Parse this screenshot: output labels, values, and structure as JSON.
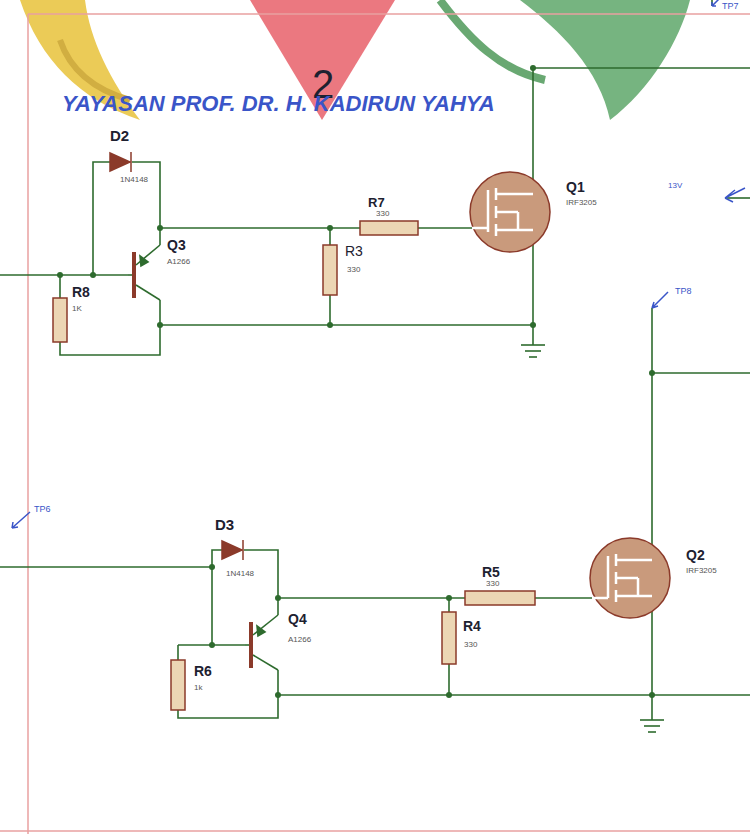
{
  "diagram": {
    "labels": [
      "2",
      "YAYASAN PROF. DR. H. KADIRUN YAHYA",
      "TP7",
      "D2",
      "1N4148",
      "Q3",
      "A1266",
      "R7",
      "330",
      "R3",
      "330",
      "Q1",
      "IRF3205",
      "R8",
      "1K",
      "13V",
      "TP8",
      "TP6",
      "D3",
      "1N4148",
      "Q4",
      "A1266",
      "R5",
      "330",
      "R4",
      "330",
      "Q2",
      "IRF3205",
      "R6",
      "1k"
    ]
  }
}
